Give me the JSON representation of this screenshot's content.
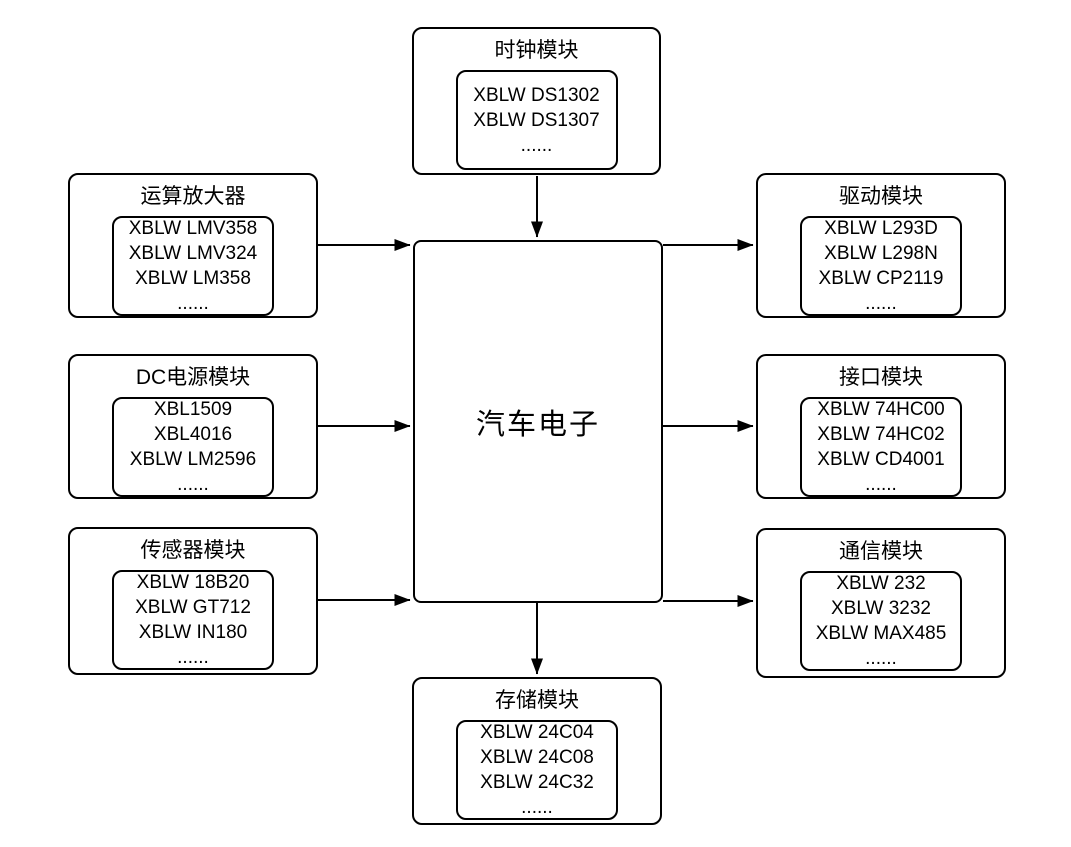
{
  "diagram": {
    "center": {
      "label": "汽车电子"
    },
    "modules": [
      {
        "id": "clock",
        "title": "时钟模块",
        "parts": [
          "XBLW DS1302",
          "XBLW DS1307",
          "......"
        ]
      },
      {
        "id": "opamp",
        "title": "运算放大器",
        "parts": [
          "XBLW LMV358",
          "XBLW LMV324",
          "XBLW LM358",
          "......"
        ]
      },
      {
        "id": "dc-power",
        "title": "DC电源模块",
        "parts": [
          "XBL1509",
          "XBL4016",
          "XBLW LM2596",
          "......"
        ]
      },
      {
        "id": "sensor",
        "title": "传感器模块",
        "parts": [
          "XBLW 18B20",
          "XBLW GT712",
          "XBLW IN180",
          "......"
        ]
      },
      {
        "id": "driver",
        "title": "驱动模块",
        "parts": [
          "XBLW L293D",
          "XBLW L298N",
          "XBLW CP2119",
          "......"
        ]
      },
      {
        "id": "interface",
        "title": "接口模块",
        "parts": [
          "XBLW 74HC00",
          "XBLW 74HC02",
          "XBLW CD4001",
          "......"
        ]
      },
      {
        "id": "comm",
        "title": "通信模块",
        "parts": [
          "XBLW 232",
          "XBLW 3232",
          "XBLW MAX485",
          "......"
        ]
      },
      {
        "id": "storage",
        "title": "存储模块",
        "parts": [
          "XBLW 24C04",
          "XBLW 24C08",
          "XBLW 24C32",
          "......"
        ]
      }
    ],
    "colors": {
      "line": "#000000",
      "box_border": "#000000",
      "background": "#ffffff"
    }
  }
}
